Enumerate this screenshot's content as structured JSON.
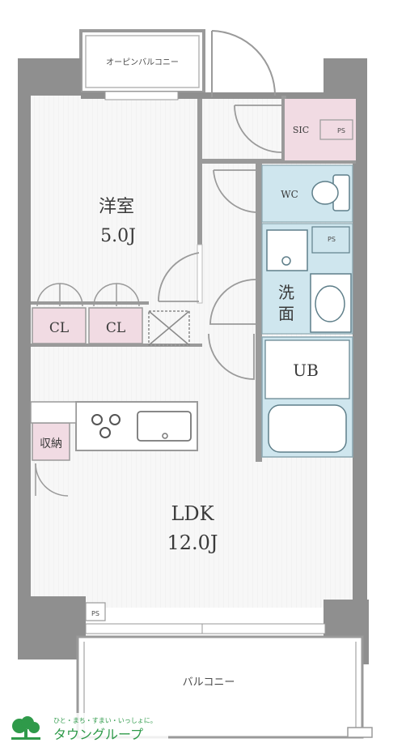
{
  "rooms": {
    "open_balcony": "オーピンバルコニー",
    "western_room": "洋室",
    "western_room_size": "5.0J",
    "sic": "SIC",
    "ps_top": "PS",
    "wc": "WC",
    "ps_mid": "PS",
    "washroom_line1": "洗",
    "washroom_line2": "面",
    "ub": "UB",
    "cl_left": "CL",
    "cl_right": "CL",
    "storage": "収納",
    "ldk": "LDK",
    "ldk_size": "12.0J",
    "ps_bottom": "PS",
    "balcony": "バルコニー"
  },
  "brand": {
    "tagline": "ひと・まち・すまい・いっしょに。",
    "name": "タウングループ"
  },
  "colors": {
    "wall": "#8f8f8f",
    "floor_line": "#e3e3e3",
    "closet": "#f1dbe3",
    "wet_area": "#cfe6ee",
    "brand_green": "#2f9a4a"
  }
}
